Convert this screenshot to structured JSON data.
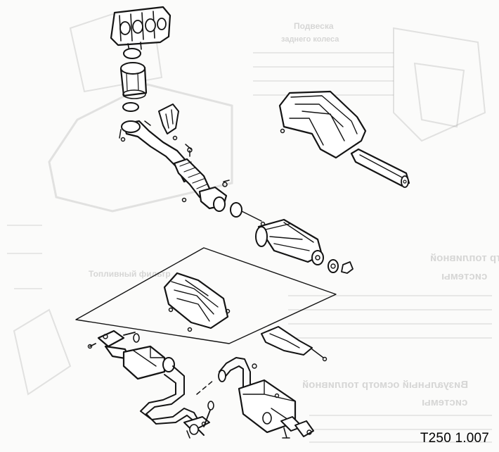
{
  "figure_code": "T250 1.007",
  "bleed_through": {
    "lines": [
      "Подвеска",
      "заднего колеса",
      "Визуальный осмотр топливной",
      "системы",
      "Топливный фильтр",
      "Визуальный осмотр топливной",
      "системы"
    ]
  },
  "colors": {
    "ink": "#141414",
    "paper": "#fbfbfa",
    "ghost": "#9a9a9a"
  }
}
